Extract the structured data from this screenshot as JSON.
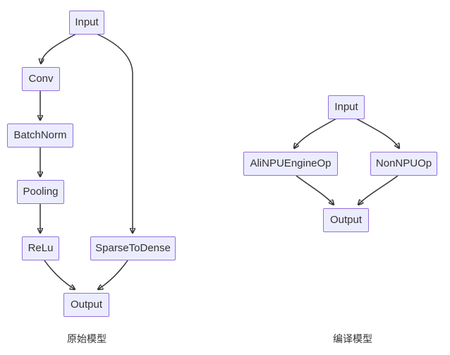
{
  "diagrams": [
    {
      "title": "原始模型",
      "nodes": [
        {
          "id": "input",
          "label": "Input"
        },
        {
          "id": "conv",
          "label": "Conv"
        },
        {
          "id": "batchnorm",
          "label": "BatchNorm"
        },
        {
          "id": "pooling",
          "label": "Pooling"
        },
        {
          "id": "relu",
          "label": "ReLu"
        },
        {
          "id": "sparsetodense",
          "label": "SparseToDense"
        },
        {
          "id": "output",
          "label": "Output"
        }
      ],
      "edges": [
        {
          "from": "Input",
          "to": "Conv"
        },
        {
          "from": "Conv",
          "to": "BatchNorm"
        },
        {
          "from": "BatchNorm",
          "to": "Pooling"
        },
        {
          "from": "Pooling",
          "to": "ReLu"
        },
        {
          "from": "ReLu",
          "to": "Output"
        },
        {
          "from": "Input",
          "to": "SparseToDense"
        },
        {
          "from": "SparseToDense",
          "to": "Output"
        }
      ]
    },
    {
      "title": "编译模型",
      "nodes": [
        {
          "id": "input",
          "label": "Input"
        },
        {
          "id": "alinpuengineop",
          "label": "AliNPUEngineOp"
        },
        {
          "id": "nonnpuop",
          "label": "NonNPUOp"
        },
        {
          "id": "output",
          "label": "Output"
        }
      ],
      "edges": [
        {
          "from": "Input",
          "to": "AliNPUEngineOp"
        },
        {
          "from": "Input",
          "to": "NonNPUOp"
        },
        {
          "from": "AliNPUEngineOp",
          "to": "Output"
        },
        {
          "from": "NonNPUOp",
          "to": "Output"
        }
      ]
    }
  ],
  "colors": {
    "node_fill": "#ECECFF",
    "node_border": "#9370DB",
    "edge": "#333333",
    "text": "#333333",
    "background": "#ffffff"
  }
}
